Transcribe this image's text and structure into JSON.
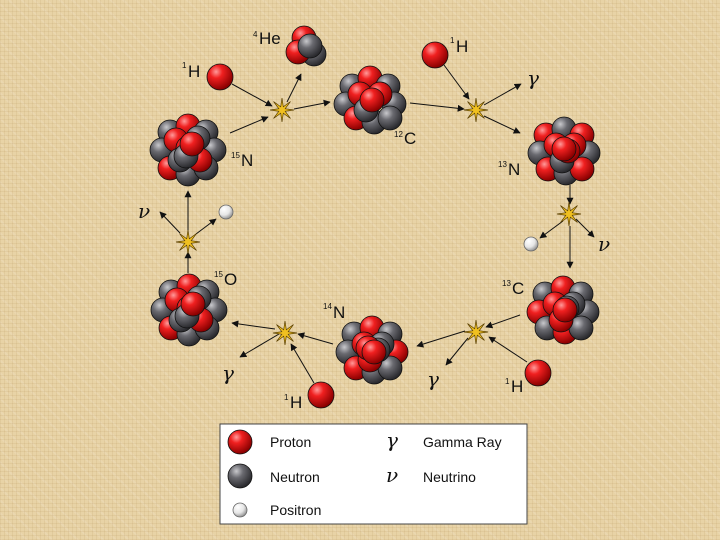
{
  "nuclei": {
    "c12": {
      "mass": "12",
      "element": "C"
    },
    "n13": {
      "mass": "13",
      "element": "N"
    },
    "c13": {
      "mass": "13",
      "element": "C"
    },
    "n14": {
      "mass": "14",
      "element": "N"
    },
    "o15": {
      "mass": "15",
      "element": "O"
    },
    "n15": {
      "mass": "15",
      "element": "N"
    },
    "he4": {
      "mass": "4",
      "element": "He"
    }
  },
  "particles": {
    "h_mass": "1",
    "h_element": "H",
    "gamma": "γ",
    "nu": "ν"
  },
  "legend": {
    "proton": "Proton",
    "neutron": "Neutron",
    "positron": "Positron",
    "gamma_symbol": "γ",
    "gamma_label": "Gamma Ray",
    "nu_symbol": "ν",
    "nu_label": "Neutrino"
  },
  "colors": {
    "proton": "#e0101a",
    "neutron": "#606068",
    "positron": "#f2f2f2",
    "star": "#f0c020"
  }
}
